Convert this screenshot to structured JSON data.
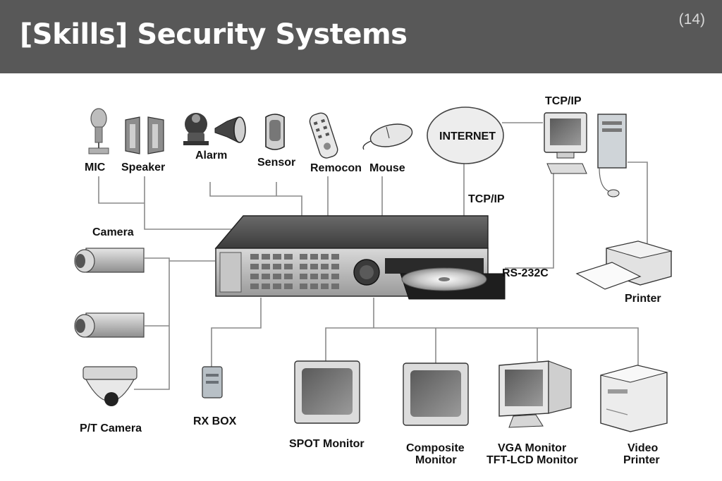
{
  "header": {
    "title": "[Skills] Security Systems",
    "page_number": "(14)"
  },
  "diagram": {
    "devices": {
      "mic": "MIC",
      "speaker": "Speaker",
      "alarm": "Alarm",
      "sensor": "Sensor",
      "remocon": "Remocon",
      "mouse": "Mouse",
      "internet": "INTERNET",
      "tcpip_top": "TCP/IP",
      "tcpip_mid": "TCP/IP",
      "camera": "Camera",
      "pt_camera": "P/T Camera",
      "rx_box": "RX BOX",
      "rs232c": "RS-232C",
      "printer": "Printer",
      "spot_monitor": "SPOT Monitor",
      "composite_monitor_1": "Composite",
      "composite_monitor_2": "Monitor",
      "vga_monitor_1": "VGA Monitor",
      "vga_monitor_2": "TFT-LCD Monitor",
      "video_printer_1": "Video",
      "video_printer_2": "Printer"
    }
  }
}
